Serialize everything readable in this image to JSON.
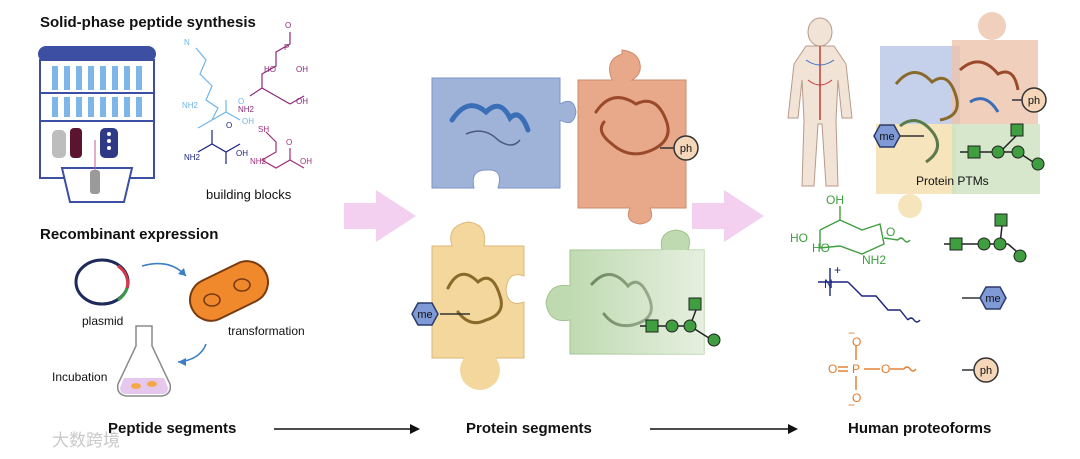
{
  "sections": {
    "spps_title": "Solid-phase peptide synthesis",
    "building_blocks": "building blocks",
    "recombinant_title": "Recombinant expression",
    "plasmid": "plasmid",
    "transformation": "transformation",
    "incubation": "Incubation"
  },
  "flow": {
    "peptide_segments": "Peptide segments",
    "protein_segments": "Protein segments",
    "human_proteoforms": "Human proteoforms"
  },
  "ptm": {
    "protein_ptms": "Protein PTMs",
    "me_tag": "me",
    "ph_tag": "ph"
  },
  "chemistry": {
    "N": "N",
    "NH2": "NH2",
    "OH": "OH",
    "HO": "HO",
    "O": "O",
    "P": "P",
    "SH": "SH",
    "plus": "+",
    "minus": "−",
    "H": "H"
  },
  "watermark": "大数跨境",
  "colors": {
    "blue_piece": "#9fb3d9",
    "orange_piece": "#e8a98a",
    "yellow_piece": "#f3d79c",
    "green_piece": "#bfd9b0",
    "glycan_green": "#3f9e3f",
    "methyl_blue": "#5b7fc4",
    "phospho_orange": "#e07b2a",
    "arrow_pink": "#f3d0f0"
  }
}
